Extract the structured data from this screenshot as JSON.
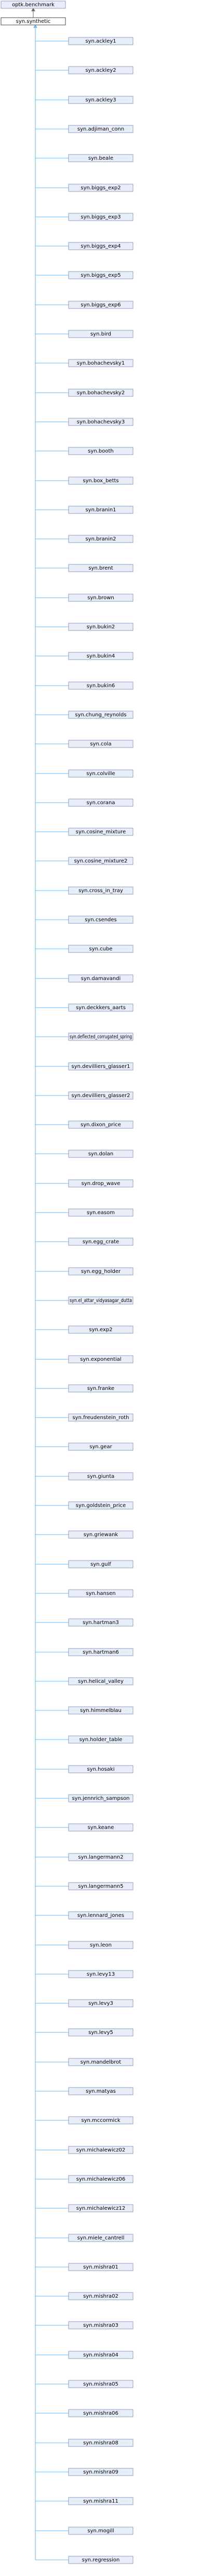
{
  "root": {
    "label": "optk.benchmark"
  },
  "mid": {
    "label": "syn.synthetic"
  },
  "leaves": [
    "syn.ackley1",
    "syn.ackley2",
    "syn.ackley3",
    "syn.adjiman_conn",
    "syn.beale",
    "syn.biggs_exp2",
    "syn.biggs_exp3",
    "syn.biggs_exp4",
    "syn.biggs_exp5",
    "syn.biggs_exp6",
    "syn.bird",
    "syn.bohachevsky1",
    "syn.bohachevsky2",
    "syn.bohachevsky3",
    "syn.booth",
    "syn.box_betts",
    "syn.branin1",
    "syn.branin2",
    "syn.brent",
    "syn.brown",
    "syn.bukin2",
    "syn.bukin4",
    "syn.bukin6",
    "syn.chung_reynolds",
    "syn.cola",
    "syn.colville",
    "syn.corana",
    "syn.cosine_mixture",
    "syn.cosine_mixture2",
    "syn.cross_in_tray",
    "syn.csendes",
    "syn.cube",
    "syn.damavandi",
    "syn.deckkers_aarts",
    "syn.deflected_corrugated_spring",
    "syn.devilliers_glasser1",
    "syn.devilliers_glasser2",
    "syn.dixon_price",
    "syn.dolan",
    "syn.drop_wave",
    "syn.easom",
    "syn.egg_crate",
    "syn.egg_holder",
    "syn.el_attar_vidyasagar_dutta",
    "syn.exp2",
    "syn.exponential",
    "syn.franke",
    "syn.freudenstein_roth",
    "syn.gear",
    "syn.giunta",
    "syn.goldstein_price",
    "syn.griewank",
    "syn.gulf",
    "syn.hansen",
    "syn.hartman3",
    "syn.hartman6",
    "syn.helical_valley",
    "syn.himmelblau",
    "syn.holder_table",
    "syn.hosaki",
    "syn.jennrich_sampson",
    "syn.keane",
    "syn.langermann2",
    "syn.langermann5",
    "syn.lennard_jones",
    "syn.leon",
    "syn.levy13",
    "syn.levy3",
    "syn.levy5",
    "syn.mandelbrot",
    "syn.matyas",
    "syn.mccormick",
    "syn.michalewicz02",
    "syn.michalewicz06",
    "syn.michalewicz12",
    "syn.miele_cantrell",
    "syn.mishra01",
    "syn.mishra02",
    "syn.mishra03",
    "syn.mishra04",
    "syn.mishra05",
    "syn.mishra06",
    "syn.mishra08",
    "syn.mishra09",
    "syn.mishra11",
    "syn.mogill",
    "syn.regression"
  ],
  "colors": {
    "node_fill": "#e8edf8",
    "node_stroke": "#8c9ec9",
    "edge": "#63b8ff",
    "mid_stroke": "#444444"
  }
}
